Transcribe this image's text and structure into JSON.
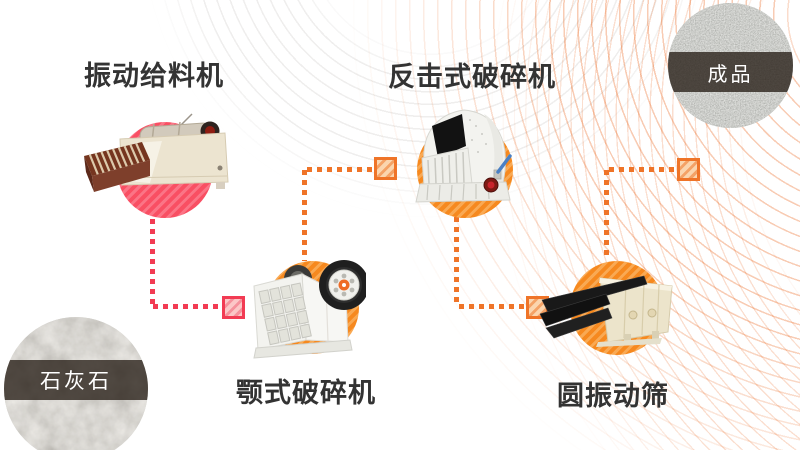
{
  "diagram": {
    "kind": "stone-crushing-production-line-flow",
    "flow_order": [
      "石灰石",
      "振动给料机",
      "颚式破碎机",
      "反击式破碎机",
      "圆振动筛",
      "成品"
    ]
  },
  "stations": [
    {
      "id": "vibrating-feeder",
      "label": "振动给料机",
      "halo_color": "#f94f63"
    },
    {
      "id": "jaw-crusher",
      "label": "颚式破碎机",
      "halo_color": "#f6891f"
    },
    {
      "id": "impact-crusher",
      "label": "反击式破碎机",
      "halo_color": "#f6891f"
    },
    {
      "id": "circular-vibrating-screen",
      "label": "圆振动筛",
      "halo_color": "#f6891f"
    }
  ],
  "materials": {
    "input": {
      "id": "limestone",
      "label": "石灰石"
    },
    "output": {
      "id": "finished-product",
      "label": "成品"
    }
  },
  "colors": {
    "label_text": "#333333",
    "red_accent": "#f94f63",
    "red_connector": "#f23b53",
    "orange_accent": "#f6891f",
    "orange_connector": "#ef7428",
    "photo_band": "#26201699",
    "background": "#ffffff"
  }
}
